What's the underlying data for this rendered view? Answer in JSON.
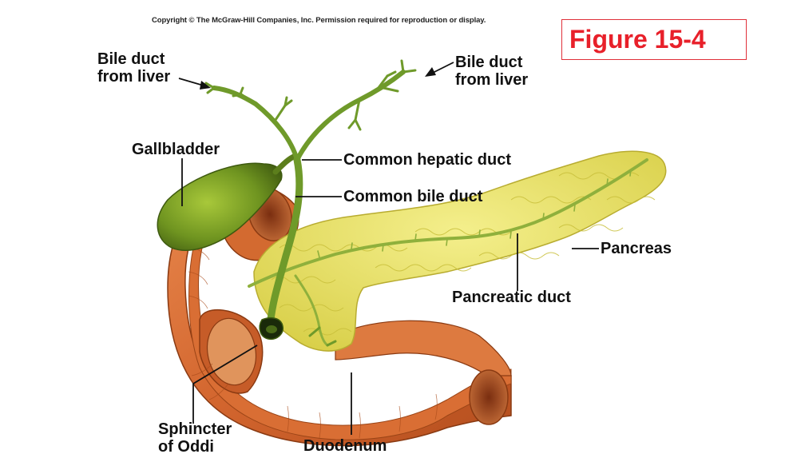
{
  "copyright": "Copyright © The McGraw-Hill Companies, Inc. Permission required for reproduction or display.",
  "figure_label": "Figure 15-4",
  "labels": {
    "bile_duct_left_1": "Bile duct",
    "bile_duct_left_2": "from liver",
    "bile_duct_right_1": "Bile duct",
    "bile_duct_right_2": "from liver",
    "gallbladder": "Gallbladder",
    "common_hepatic_duct": "Common hepatic duct",
    "common_bile_duct": "Common bile duct",
    "pancreas": "Pancreas",
    "pancreatic_duct": "Pancreatic duct",
    "sphincter_1": "Sphincter",
    "sphincter_2": "of Oddi",
    "duodenum": "Duodenum"
  },
  "colors": {
    "figure_label": "#e8202a",
    "duodenum": "#d9703a",
    "pancreas": "#e9e36a",
    "bile_ducts": "#6f9a2a",
    "gallbladder": "#7a9d1f"
  }
}
